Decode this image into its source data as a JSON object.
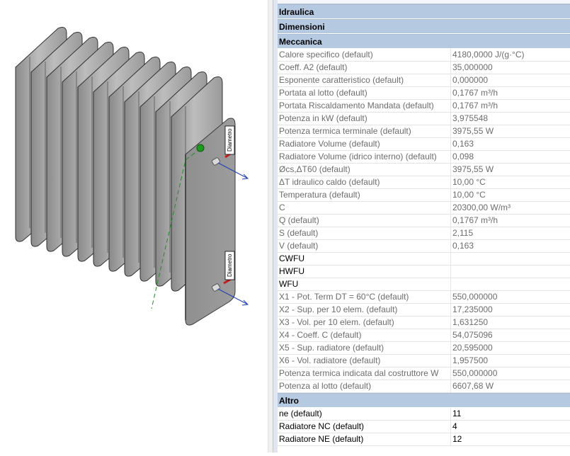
{
  "viewport": {
    "tag_top": "Diametro",
    "tag_bottom": "Diametro"
  },
  "categories": {
    "idraulica": "Idraulica",
    "dimensioni": "Dimensioni",
    "meccanica": "Meccanica",
    "altro": "Altro"
  },
  "meccanica_rows": [
    {
      "name": "Calore specifico (default)",
      "value": "4180,0000 J/(g·°C)"
    },
    {
      "name": "Coeff. A2 (default)",
      "value": "35,000000"
    },
    {
      "name": "Esponente caratteristico (default)",
      "value": "0,000000"
    },
    {
      "name": "Portata al lotto (default)",
      "value": "0,1767 m³/h"
    },
    {
      "name": "Portata Riscaldamento Mandata (default)",
      "value": "0,1767 m³/h"
    },
    {
      "name": "Potenza in kW (default)",
      "value": "3,975548"
    },
    {
      "name": "Potenza termica terminale (default)",
      "value": "3975,55 W"
    },
    {
      "name": "Radiatore Volume (default)",
      "value": "0,163"
    },
    {
      "name": "Radiatore Volume (idrico interno) (default)",
      "value": "0,098"
    },
    {
      "name": "Øcs,ΔT60 (default)",
      "value": "3975,55 W"
    },
    {
      "name": "ΔT idraulico caldo (default)",
      "value": "10,00 °C"
    },
    {
      "name": "Temperatura (default)",
      "value": "10,00 °C"
    },
    {
      "name": "C",
      "value": "20300,00 W/m³"
    },
    {
      "name": "Q (default)",
      "value": "0,1767 m³/h"
    },
    {
      "name": "S (default)",
      "value": "2,115"
    },
    {
      "name": "V (default)",
      "value": "0,163"
    },
    {
      "name": "CWFU",
      "value": "",
      "editable": true
    },
    {
      "name": "HWFU",
      "value": "",
      "editable": true
    },
    {
      "name": "WFU",
      "value": "",
      "editable": true
    },
    {
      "name": "X1 - Pot. Term DT = 60°C (default)",
      "value": "550,000000"
    },
    {
      "name": "X2 - Sup. per 10 elem. (default)",
      "value": "17,235000"
    },
    {
      "name": "X3 - Vol. per 10 elem. (default)",
      "value": "1,631250"
    },
    {
      "name": "X4 - Coeff. C (default)",
      "value": "54,075096"
    },
    {
      "name": "X5 - Sup. radiatore (default)",
      "value": "20,595000"
    },
    {
      "name": "X6 - Vol. radiatore (default)",
      "value": "1,957500"
    },
    {
      "name": "Potenza termica indicata dal costruttore W",
      "value": "550,000000"
    },
    {
      "name": "Potenza al lotto (default)",
      "value": "6607,68 W"
    }
  ],
  "altro_rows": [
    {
      "name": "ne (default)",
      "value": "11",
      "editable": true
    },
    {
      "name": "Radiatore NC (default)",
      "value": "4",
      "editable": true
    },
    {
      "name": "Radiatore NE (default)",
      "value": "12",
      "editable": true
    }
  ]
}
